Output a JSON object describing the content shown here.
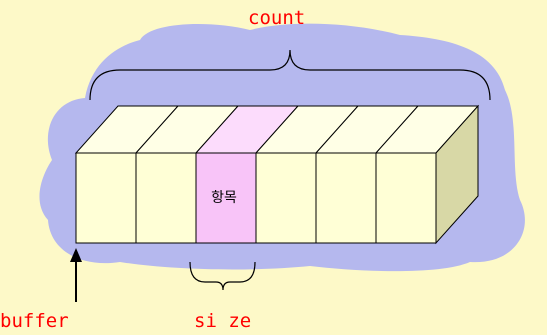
{
  "labels": {
    "count": "count",
    "item": "항목",
    "buffer": "buffer",
    "size": "si ze"
  },
  "colors": {
    "background": "#fdf9c8",
    "cloud": "#b5b8ee",
    "box_front": "#ffffd6",
    "box_top": "#ffffe6",
    "box_side": "#d8d8a6",
    "highlight_front": "#f8c4f8",
    "highlight_top": "#fcdcfc",
    "label": "#ff0000"
  },
  "diagram": {
    "cell_count": 6,
    "highlighted_cell": 2
  }
}
